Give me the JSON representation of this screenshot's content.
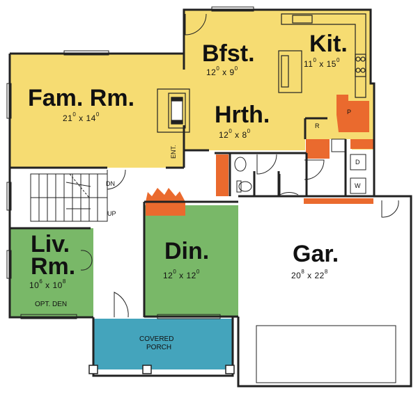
{
  "rooms": {
    "family": {
      "name": "Fam. Rm.",
      "w": "21",
      "we": "0",
      "d": "14",
      "de": "0"
    },
    "breakfast": {
      "name": "Bfst.",
      "w": "12",
      "we": "0",
      "d": "9",
      "de": "0"
    },
    "kitchen": {
      "name": "Kit.",
      "w": "11",
      "we": "0",
      "d": "15",
      "de": "0"
    },
    "hearth": {
      "name": "Hrth.",
      "w": "12",
      "we": "0",
      "d": "8",
      "de": "0"
    },
    "living": {
      "name_line1": "Liv.",
      "name_line2": "Rm.",
      "w": "10",
      "we": "6",
      "d": "10",
      "de": "8",
      "note": "OPT. DEN"
    },
    "dining": {
      "name": "Din.",
      "w": "12",
      "we": "0",
      "d": "12",
      "de": "0"
    },
    "garage": {
      "name": "Gar.",
      "w": "20",
      "we": "8",
      "d": "22",
      "de": "8"
    },
    "porch": {
      "line1": "COVERED",
      "line2": "PORCH"
    }
  },
  "labels": {
    "entry": "ENT.",
    "stair_down": "DN",
    "stair_up": "UP",
    "pantry": "P",
    "refrigerator": "R",
    "dryer": "D",
    "washer": "W"
  },
  "colors": {
    "yellow": "#f6dc72",
    "green": "#79b868",
    "blue": "#44a4bc",
    "orange": "#ea6a2e",
    "wall": "#222222"
  }
}
